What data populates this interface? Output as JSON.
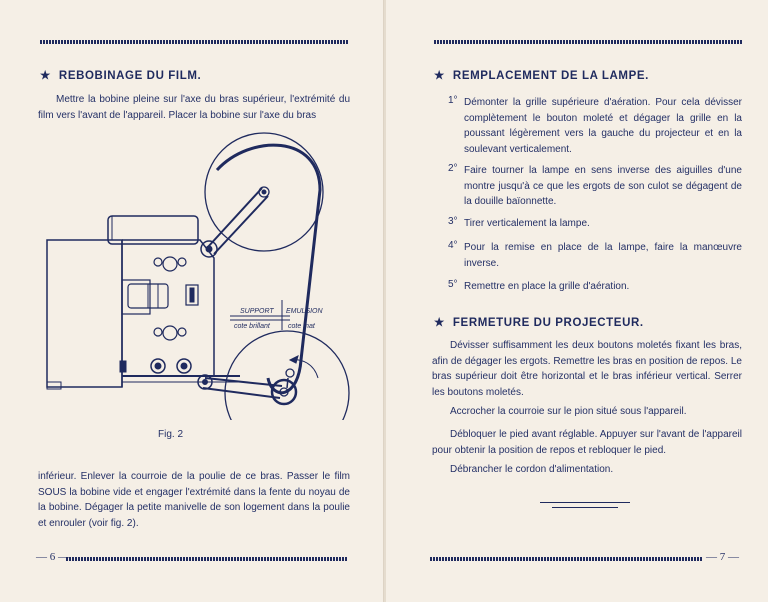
{
  "left_page": {
    "heading": "REBOBINAGE DU FILM.",
    "intro": "Mettre la bobine pleine sur l'axe du bras supérieur, l'extrémité du film vers l'avant de l'appareil. Placer la bobine sur l'axe du bras",
    "figure": {
      "label_support": "SUPPORT",
      "label_support_sub": "cote brillant",
      "label_emulsion": "EMULSION",
      "label_emulsion_sub": "cote mat",
      "caption": "Fig. 2"
    },
    "body": "inférieur. Enlever la courroie de la poulie de ce bras. Passer le film SOUS la bobine vide et engager l'extrémité dans la fente du noyau de la bobine. Dégager la petite manivelle de son logement dans la poulie et enrouler (voir fig. 2).",
    "page_number": "— 6 —"
  },
  "right_page": {
    "heading1": "REMPLACEMENT DE LA LAMPE.",
    "steps": [
      {
        "num": "1°",
        "text": "Démonter la grille supérieure d'aération. Pour cela dévisser complètement le bouton moleté et dégager la grille en la poussant légèrement vers la gauche du projecteur et en la soulevant verticalement."
      },
      {
        "num": "2°",
        "text": "Faire tourner la lampe en sens inverse des aiguilles d'une montre jusqu'à ce que les ergots de son culot se dégagent de la douille baïonnette."
      },
      {
        "num": "3°",
        "text": "Tirer verticalement la lampe."
      },
      {
        "num": "4°",
        "text": "Pour la remise en place de la lampe, faire la manœuvre inverse."
      },
      {
        "num": "5°",
        "text": "Remettre en place la grille d'aération."
      }
    ],
    "heading2": "FERMETURE DU PROJECTEUR.",
    "paragraphs": [
      "Dévisser suffisamment les deux boutons moletés fixant les bras, afin de dégager les ergots. Remettre les bras en position de repos. Le bras supérieur doit être horizontal et le bras inférieur vertical. Serrer les boutons moletés.",
      "Accrocher la courroie sur le pion situé sous l'appareil.",
      "Débloquer le pied avant réglable. Appuyer sur l'avant de l'appareil pour obtenir la position de repos et rebloquer le pied.",
      "Débrancher le cordon d'alimentation."
    ],
    "page_number": "— 7 —"
  },
  "colors": {
    "ink": "#1f2a5e",
    "paper": "#f5efe6"
  }
}
